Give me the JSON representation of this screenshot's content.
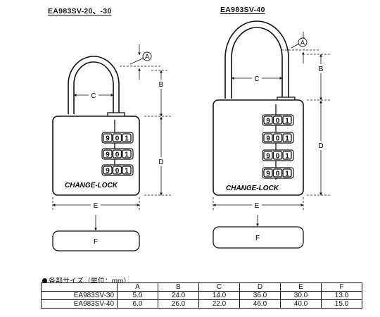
{
  "models": {
    "left_title": "EA983SV-20、-30",
    "right_title": "EA983SV-40"
  },
  "lock_labels": {
    "brand": "CHANGE-LOCK",
    "ref_circle": "A",
    "dim_b": "B",
    "dim_c": "C",
    "dim_d": "D",
    "dim_e": "E",
    "dim_f": "F"
  },
  "left_dials": [
    [
      "9",
      "0",
      "1"
    ],
    [
      "9",
      "0",
      "1"
    ],
    [
      "9",
      "0",
      "1"
    ]
  ],
  "right_dials": [
    [
      "9",
      "0",
      "1"
    ],
    [
      "9",
      "0",
      "1"
    ],
    [
      "9",
      "0",
      "1"
    ],
    [
      "9",
      "0",
      "1"
    ]
  ],
  "table": {
    "caption": "各部サイズ（単位：mm）",
    "headers": [
      "",
      "A",
      "B",
      "C",
      "D",
      "E",
      "F"
    ],
    "rows": [
      {
        "model": "EA983SV-30",
        "values": [
          "5.0",
          "24.0",
          "14.0",
          "36.0",
          "30.0",
          "13.0"
        ]
      },
      {
        "model": "EA983SV-40",
        "values": [
          "6.0",
          "26.0",
          "22.0",
          "46.0",
          "40.0",
          "15.0"
        ]
      }
    ]
  }
}
